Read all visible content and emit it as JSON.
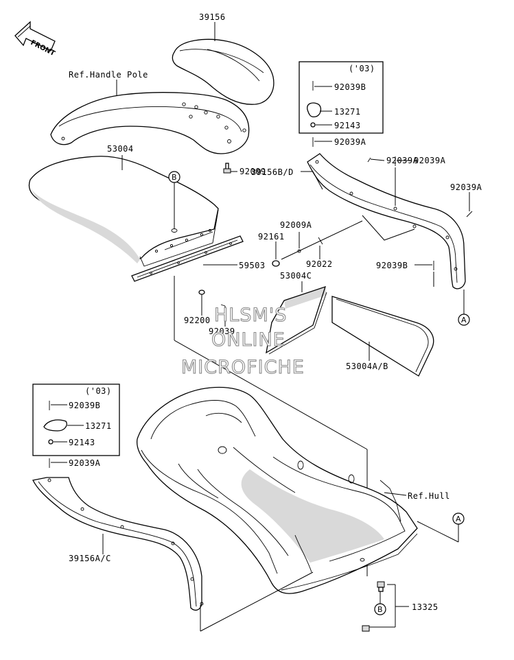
{
  "front_arrow": {
    "label": "FRONT"
  },
  "labels": {
    "p39156": "39156",
    "handle_pole": "Ref.Handle Pole",
    "p53004": "53004",
    "callout_b": "B",
    "callout_a": "A",
    "p92009": "92009",
    "box1_year": "('03)",
    "box1_92039b": "92039B",
    "box1_13271": "13271",
    "box1_92143": "92143",
    "r_92039a_top": "92039A",
    "r_92039a_2": "92039A",
    "r_92039a_3": "92039A",
    "r_92039a_4": "92039A",
    "p39156bd": "39156B/D",
    "p92009a": "92009A",
    "p92161": "92161",
    "p92022": "92022",
    "p59503": "59503",
    "p92039b_r": "92039B",
    "p53004c": "53004C",
    "p92200": "92200",
    "p92039": "92039",
    "p53004ab": "53004A/B",
    "box2_year": "('03)",
    "box2_92039b": "92039B",
    "box2_13271": "13271",
    "box2_92143": "92143",
    "l_92039a": "92039A",
    "ref_hull": "Ref.Hull",
    "p39156ac": "39156A/C",
    "p13325": "13325"
  },
  "watermark": {
    "line1": "HLSM'S",
    "line2": "ONLINE",
    "line3": "MICROFICHE"
  }
}
